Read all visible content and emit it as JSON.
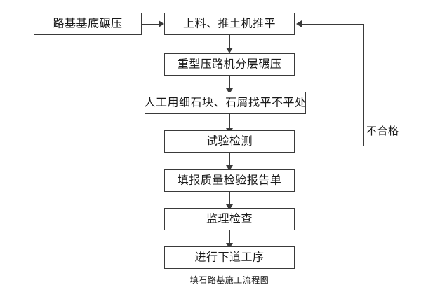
{
  "diagram": {
    "caption": "填石路基施工流程图",
    "nodes": [
      {
        "id": "subgrade-compaction",
        "label": "路基基底碾压"
      },
      {
        "id": "loading-dozer-leveling",
        "label": "上料、推土机推平"
      },
      {
        "id": "heavy-roller-layered-compaction",
        "label": "重型压路机分层碾压"
      },
      {
        "id": "manual-fine-stone-leveling",
        "label": "人工用细石块、石屑找平不平处"
      },
      {
        "id": "test-inspection",
        "label": "试验检测"
      },
      {
        "id": "quality-report-submission",
        "label": "填报质量检验报告单"
      },
      {
        "id": "supervision-inspection",
        "label": "监理检查"
      },
      {
        "id": "next-process",
        "label": "进行下道工序"
      }
    ],
    "edge_labels": {
      "unqualified": "不合格"
    },
    "colors": {
      "stroke": "#3a3a3a",
      "text": "#1a1a1a",
      "background": "#ffffff"
    }
  }
}
